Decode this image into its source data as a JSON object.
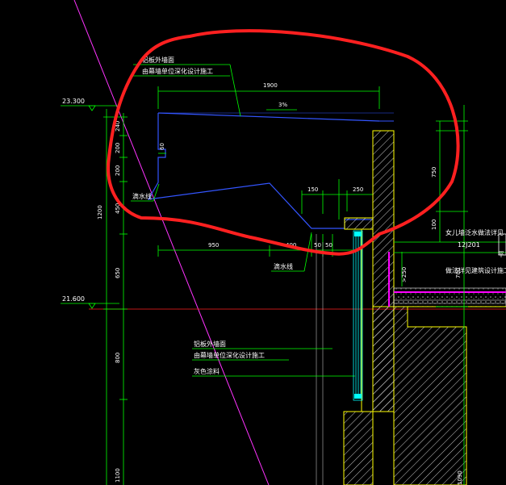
{
  "colors": {
    "background": "#000000",
    "outline": "#3355ff",
    "dimension": "#00ff00",
    "text": "#ffffff",
    "section_wall": "#ffff00",
    "markup": "#ff2020",
    "guide": "#ff33ff",
    "waterproof": "#ff00ff",
    "glass": "#00ffff"
  },
  "labels": {
    "top_note_1": "铝板外墙面",
    "top_note_2": "由幕墙单位深化设计施工",
    "drip_1": "滴水线",
    "drip_2": "滴水线",
    "mid_note_1": "铝板外墙面",
    "mid_note_2": "由幕墙单位深化设计施工",
    "mid_note_3": "灰色涂料",
    "right_note_1": "女儿墙泛水做法详见",
    "right_note_2": "12J201",
    "right_note_3": "做法详见建筑设计施工",
    "right_note_4": "平"
  },
  "elevations": {
    "upper": "23.300",
    "lower": "21.600"
  },
  "dimensions": {
    "top_width": "1900",
    "slope": "3%",
    "d_240": "240",
    "d_200a": "200",
    "d_200b": "200",
    "d_60": "60",
    "d_150": "150",
    "d_250": "250",
    "d_950": "950",
    "d_400": "400",
    "d_50a": "50",
    "d_50b": "50",
    "d_1200": "1200",
    "d_450": "450",
    "d_650": "650",
    "d_800": "800",
    "d_1100": "1100",
    "d_750": "750",
    "d_100": "100",
    "d_250v": ">250",
    "d_700": "700",
    "d_1090": "1090"
  }
}
